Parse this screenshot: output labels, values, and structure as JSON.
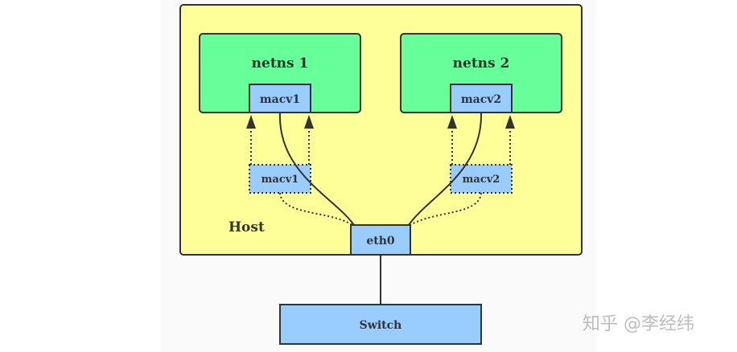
{
  "host": {
    "label": "Host"
  },
  "netns1": {
    "label": "netns 1",
    "iface": "macv1"
  },
  "netns2": {
    "label": "netns 2",
    "iface": "macv2"
  },
  "host_iface1": {
    "label": "macv1"
  },
  "host_iface2": {
    "label": "macv2"
  },
  "eth0": {
    "label": "eth0"
  },
  "switch": {
    "label": "Switch"
  },
  "watermark": "知乎 @李经纬",
  "colors": {
    "host_fill": "#ffff99",
    "netns_fill": "#66ff99",
    "iface_fill": "#99ccff",
    "stroke": "#333333"
  }
}
